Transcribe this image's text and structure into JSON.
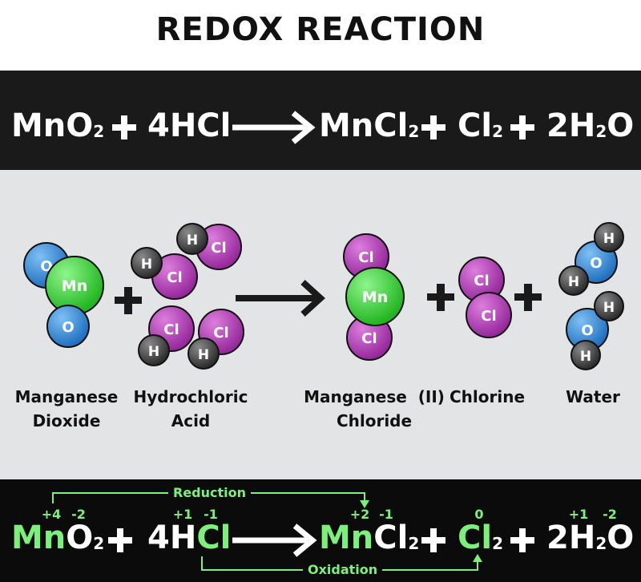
{
  "title": "REDOX REACTION",
  "equation_top": {
    "r1": "MnO",
    "r1_sub": "2",
    "r2": "4HCl",
    "p1": "MnCl",
    "p1_sub": "2",
    "p2": "Cl",
    "p2_sub": "2",
    "p3a": "2H",
    "p3_sub": "2",
    "p3b": "O"
  },
  "atoms": {
    "o": "O",
    "mn": "Mn",
    "cl": "Cl",
    "h": "H"
  },
  "labels": {
    "manganese_dioxide_1": "Manganese",
    "manganese_dioxide_2": "Dioxide",
    "hydrochloric_1": "Hydrochloric",
    "hydrochloric_2": "Acid",
    "mncl_1": "Manganese  (II)",
    "mncl_2": "Chloride",
    "chlorine": "Chlorine",
    "water": "Water"
  },
  "equation_bottom": {
    "r1a": "Mn",
    "r1b": "O",
    "r1_sub": "2",
    "r2a": "4H",
    "r2b": "Cl",
    "p1a": "Mn",
    "p1b": "Cl",
    "p1_sub": "2",
    "p2a": "Cl",
    "p2_sub": "2",
    "p3a": "2H",
    "p3_sub": "2",
    "p3b": "O"
  },
  "oxidation_states": {
    "mn_left": "+4",
    "o_left": "-2",
    "h_left": "+1",
    "cl_left": "-1",
    "mn_right": "+2",
    "cl_right": "-1",
    "cl2": "0",
    "h_right": "+1",
    "o_right": "-2"
  },
  "reduction_label": "Reduction",
  "oxidation_label": "Oxidation",
  "colors": {
    "oxygen": "#2f86d6",
    "manganese": "#3cd23a",
    "chlorine": "#b13ab4",
    "hydrogen": "#444444",
    "highlight": "#7cf07a"
  }
}
